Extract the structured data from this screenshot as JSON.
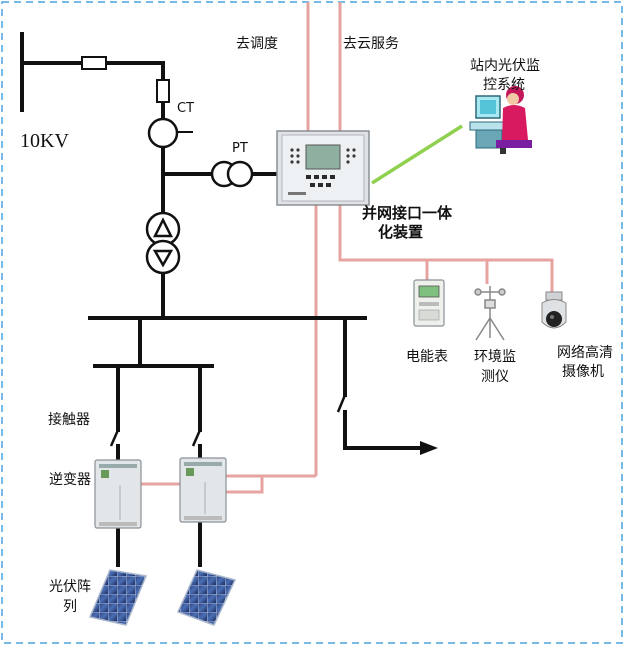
{
  "labels": {
    "voltage": "10KV",
    "ct": "CT",
    "pt": "PT",
    "to_dispatch": "去调度",
    "to_cloud": "去云服务",
    "monitor_line1": "站内光伏监",
    "monitor_line2": "控系统",
    "device_line1": "并网接口一体",
    "device_line2": "化装置",
    "meter": "电能表",
    "env_line1": "环境监",
    "env_line2": "测仪",
    "camera_line1": "网络高清",
    "camera_line2": "摄像机",
    "contactor": "接触器",
    "inverter": "逆变器",
    "pv_line1": "光伏阵",
    "pv_line2": "列"
  },
  "colors": {
    "bus": "#111111",
    "comm": "#e6a3a0",
    "wireless": "#8fd14f",
    "border": "#4aa3df",
    "equipment": "#e8ebee"
  }
}
